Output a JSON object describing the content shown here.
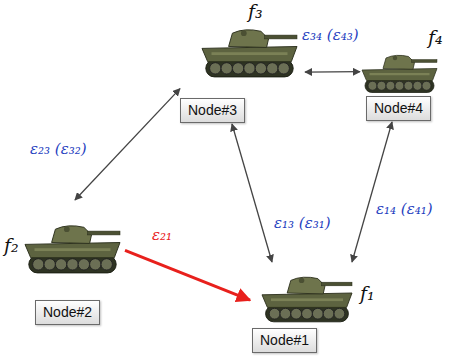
{
  "diagram": {
    "nodes": [
      {
        "text": [
          "Node#3"
        ]
      },
      {
        "text": [
          "Node#4"
        ]
      },
      {
        "text": [
          "Node#2"
        ]
      },
      {
        "text": [
          "Node#1"
        ]
      }
    ],
    "edges": [
      {
        "from": 2,
        "to": 0,
        "label": "ε₂₃ (ε₃₂)",
        "arrow": "both"
      },
      {
        "from": 0,
        "to": 1,
        "label": "ε₃₄ (ε₄₃)",
        "arrow": "both"
      },
      {
        "from": 0,
        "to": 3,
        "label": "ε₁₃ (ε₃₁)",
        "arrow": "both"
      },
      {
        "from": 3,
        "to": 1,
        "label": "ε₁₄ (ε₄₁)",
        "arrow": "both"
      },
      {
        "from": 2,
        "to": 3,
        "label": "ε₂₁",
        "arrow": "to"
      }
    ],
    "labels": [
      "f₃",
      "f₄",
      "f₂",
      "f₁"
    ]
  }
}
